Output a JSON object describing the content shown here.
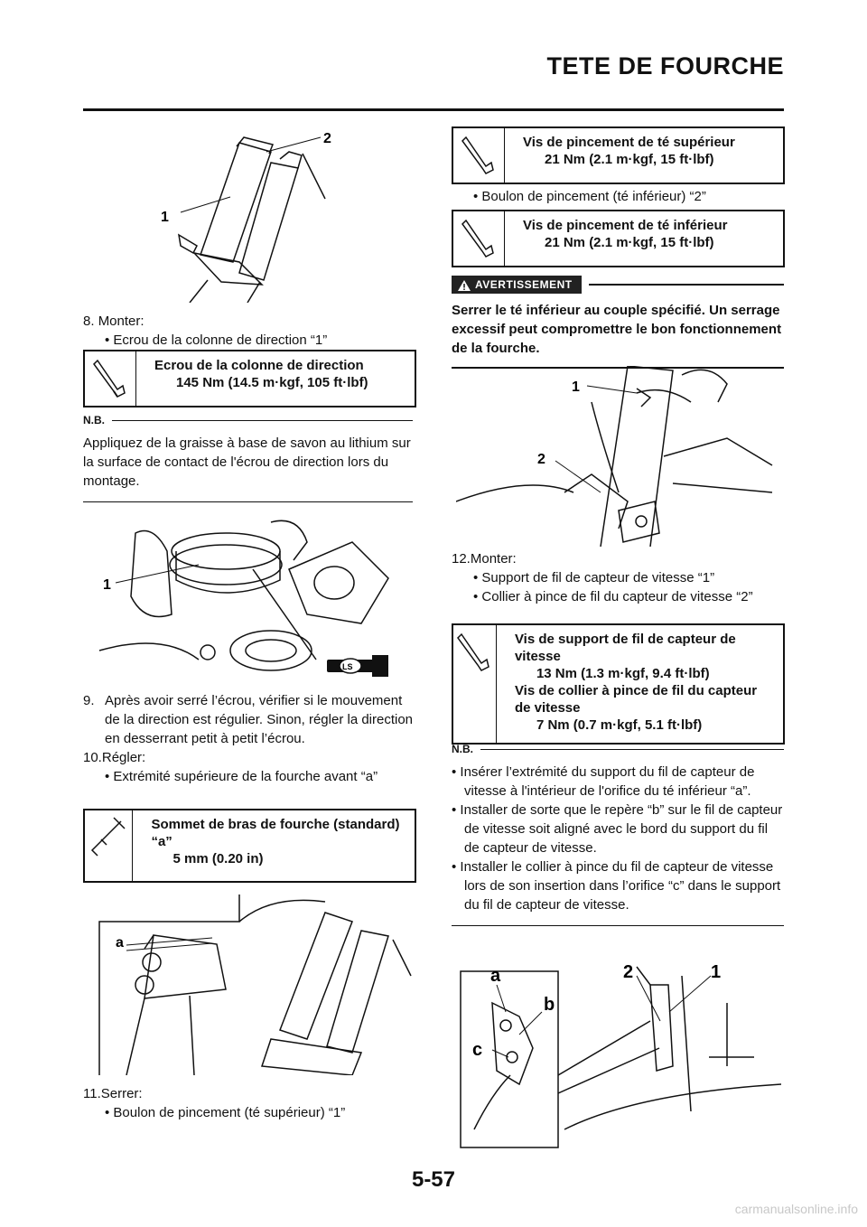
{
  "header": {
    "title": "TETE DE FOURCHE"
  },
  "left": {
    "fig1": {
      "label_1": "1",
      "label_2": "2"
    },
    "step8": {
      "number": "8.",
      "label": "Monter:",
      "bullet": "• Ecrou de la colonne de direction “1”"
    },
    "spec1": {
      "title": "Ecrou de la colonne de direction",
      "value": "145 Nm (14.5 m·kgf, 105 ft·lbf)"
    },
    "nb1": {
      "head": "N.B.",
      "text": "Appliquez de la graisse à base de savon au lithium sur la surface de contact de l'écrou de direction lors du montage."
    },
    "fig2": {
      "label_1": "1",
      "lube": "LS"
    },
    "step9": {
      "number": "9.",
      "text": "Après avoir serré l’écrou, vérifier si le mouvement de la direction est régulier. Sinon, régler la direction en desserrant petit à petit l’écrou."
    },
    "step10": {
      "number": "10.",
      "label": "Régler:",
      "bullet": "• Extrémité supérieure de la fourche avant “a”"
    },
    "spec2": {
      "title": "Sommet de bras de fourche (standard) “a”",
      "value": "5 mm (0.20 in)"
    },
    "fig3": {
      "label_a": "a"
    },
    "step11": {
      "number": "11.",
      "label": "Serrer:",
      "bullet": "• Boulon de pincement (té supérieur) “1”"
    }
  },
  "right": {
    "spec3": {
      "title": "Vis de pincement de té supérieur",
      "value": "21 Nm (2.1 m·kgf, 15 ft·lbf)"
    },
    "bullet_lower": "• Boulon de pincement (té inférieur) “2”",
    "spec4": {
      "title": "Vis de pincement de té inférieur",
      "value": "21 Nm (2.1 m·kgf, 15 ft·lbf)"
    },
    "warning": {
      "label": "AVERTISSEMENT",
      "text": "Serrer le té inférieur au couple spécifié. Un serrage excessif peut compromettre le bon fonctionnement de la fourche."
    },
    "fig4": {
      "label_1": "1",
      "label_2": "2"
    },
    "step12": {
      "number": "12.",
      "label": "Monter:",
      "bullets": [
        "• Support de fil de capteur de vitesse “1”",
        "• Collier à pince de fil du capteur de vitesse “2”"
      ]
    },
    "spec5": {
      "title1": "Vis de support de fil de capteur de vitesse",
      "value1": "13 Nm (1.3 m·kgf, 9.4 ft·lbf)",
      "title2": "Vis de collier à pince de fil du capteur de vitesse",
      "value2": "7 Nm (0.7 m·kgf, 5.1 ft·lbf)"
    },
    "nb2": {
      "head": "N.B.",
      "bullets": [
        "• Insérer l’extrémité du support du fil de capteur de vitesse à l'intérieur de l'orifice du té inférieur “a”.",
        "• Installer de sorte que le repère “b” sur le fil de capteur de vitesse soit aligné avec le bord du support du fil de capteur de vitesse.",
        "• Installer le collier à pince du fil de capteur de vitesse lors de son insertion dans l’orifice “c” dans le support du fil de capteur de vitesse."
      ]
    },
    "fig5": {
      "label_a": "a",
      "label_b": "b",
      "label_c": "c",
      "label_2": "2",
      "label_1": "1"
    }
  },
  "footer": {
    "page": "5-57",
    "watermark": "carmanualsonline.info"
  },
  "icons": {
    "torque": "torque-wrench-icon",
    "caliper": "caliper-icon",
    "warning": "warning-triangle-icon"
  }
}
